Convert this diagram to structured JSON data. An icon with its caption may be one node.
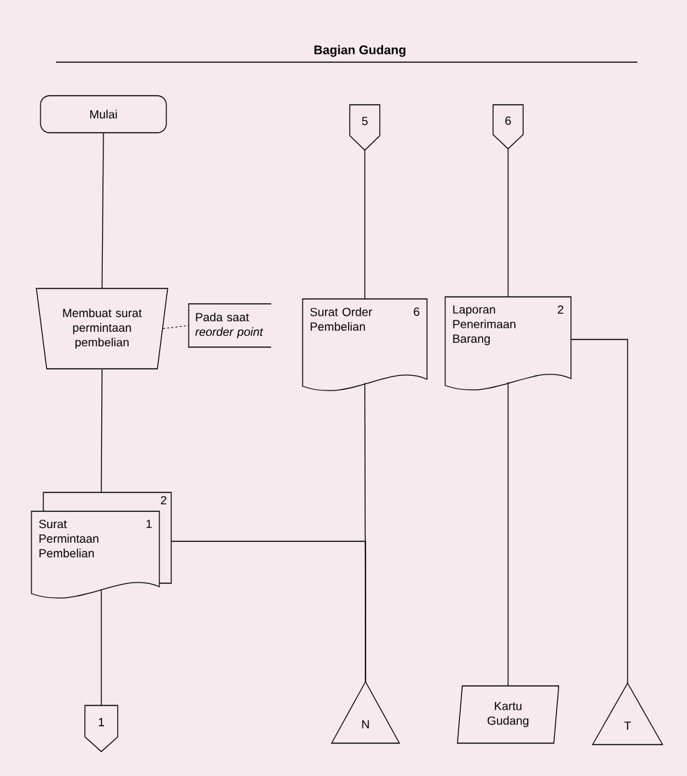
{
  "diagram": {
    "title": "Bagian Gudang",
    "nodes": [
      {
        "text": [
          "Mulai"
        ]
      },
      {
        "text": [
          "5"
        ]
      },
      {
        "text": [
          "6"
        ]
      },
      {
        "text": [
          "Membuat surat permintaan pembelian"
        ]
      },
      {
        "text": [
          "Pada saat *reorder point*"
        ]
      },
      {
        "text": [
          "Surat Order Pembelian",
          "6"
        ]
      },
      {
        "text": [
          "Laporan Penerimaan Barang",
          "2"
        ]
      },
      {
        "text": [
          "Surat Permintaan Pembelian",
          "1",
          "2"
        ]
      },
      {
        "text": [
          "1"
        ]
      },
      {
        "text": [
          "N"
        ]
      },
      {
        "text": [
          "Kartu Gudang"
        ]
      },
      {
        "text": [
          "T"
        ]
      }
    ],
    "edges": [
      {
        "from": 0,
        "to": 3,
        "arrow": "none"
      },
      {
        "from": 3,
        "to": 4,
        "arrow": "none",
        "style": "dashed"
      },
      {
        "from": 3,
        "to": 7,
        "arrow": "none"
      },
      {
        "from": 7,
        "to": 8,
        "arrow": "none"
      },
      {
        "from": 1,
        "to": 5,
        "arrow": "none"
      },
      {
        "from": 5,
        "to": 9,
        "arrow": "none"
      },
      {
        "from": 7,
        "to": 9,
        "arrow": "none"
      },
      {
        "from": 2,
        "to": 6,
        "arrow": "none"
      },
      {
        "from": 6,
        "to": 10,
        "arrow": "none"
      },
      {
        "from": 6,
        "to": 11,
        "arrow": "none"
      }
    ]
  }
}
